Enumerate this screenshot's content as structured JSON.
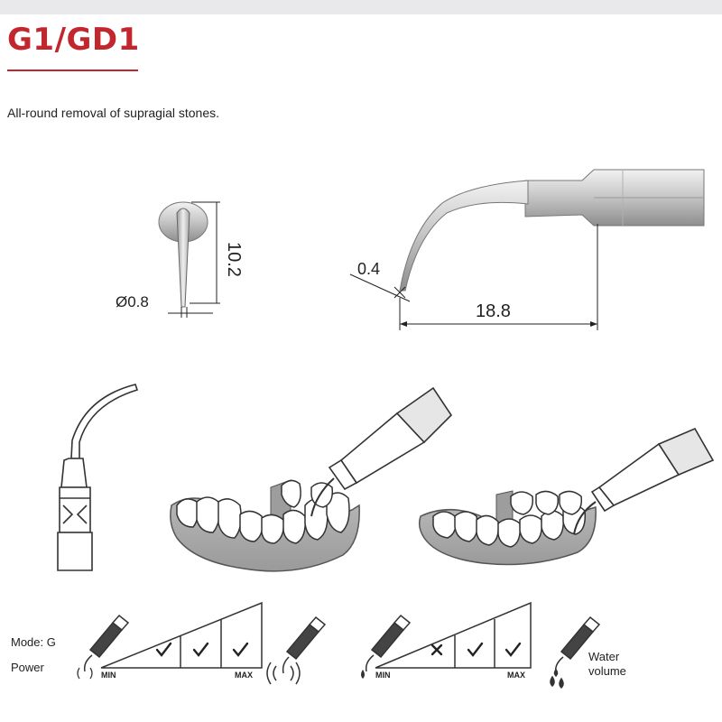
{
  "header": {
    "title": "G1/GD1",
    "subtitle": "All-round removal of supragial stones.",
    "accent_color": "#c1272d"
  },
  "dimensions": {
    "tip_diameter": "Ø0.8",
    "tip_length": "10.2",
    "tip_end": "0.4",
    "reach": "18.8"
  },
  "legend": {
    "mode": "Mode: G",
    "power": "Power",
    "water_volume_line1": "Water",
    "water_volume_line2": "volume"
  },
  "power_scale": {
    "min_label": "MIN",
    "max_label": "MAX",
    "levels": [
      "check",
      "check",
      "check"
    ]
  },
  "water_scale": {
    "min_label": "MIN",
    "max_label": "MAX",
    "levels": [
      "cross",
      "check",
      "check"
    ]
  },
  "icons": [
    "check-icon",
    "cross-icon",
    "scaler-tip-icon",
    "vibration-icon",
    "water-drop-icon"
  ]
}
